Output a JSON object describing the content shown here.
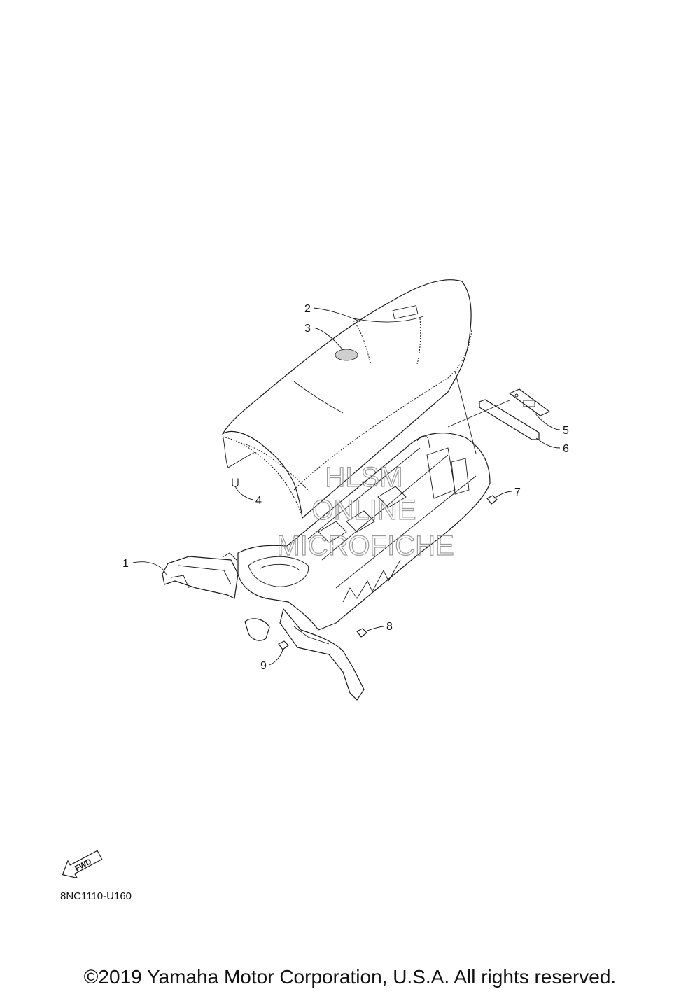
{
  "watermark": {
    "line1": "HLSM",
    "line2": "ONLINE",
    "line3": "MICROFICHE"
  },
  "callouts": [
    "1",
    "2",
    "3",
    "4",
    "5",
    "6",
    "7",
    "8",
    "9"
  ],
  "fwd_label": "FWD",
  "part_code": "8NC1110-U160",
  "copyright": "©2019 Yamaha Motor Corporation, U.S.A. All rights reserved."
}
